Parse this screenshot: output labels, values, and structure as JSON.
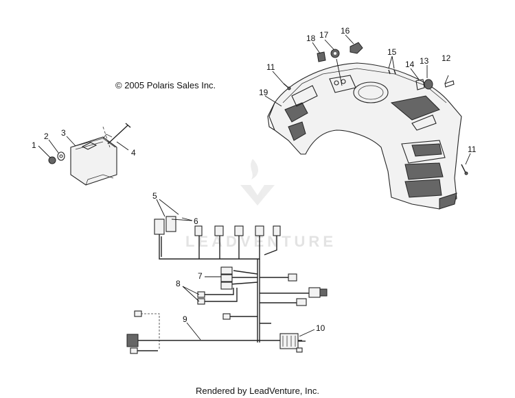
{
  "copyright": "© 2005 Polaris Sales Inc.",
  "footer": "Rendered by LeadVenture, Inc.",
  "watermark": "LEADVENTURE",
  "callouts": [
    {
      "id": "c1",
      "label": "1"
    },
    {
      "id": "c2",
      "label": "2"
    },
    {
      "id": "c3",
      "label": "3"
    },
    {
      "id": "c4",
      "label": "4"
    },
    {
      "id": "c5",
      "label": "5"
    },
    {
      "id": "c6",
      "label": "6"
    },
    {
      "id": "c7",
      "label": "7"
    },
    {
      "id": "c8",
      "label": "8"
    },
    {
      "id": "c9",
      "label": "9"
    },
    {
      "id": "c10",
      "label": "10"
    },
    {
      "id": "c11a",
      "label": "11"
    },
    {
      "id": "c11b",
      "label": "11"
    },
    {
      "id": "c12",
      "label": "12"
    },
    {
      "id": "c13",
      "label": "13"
    },
    {
      "id": "c14",
      "label": "14"
    },
    {
      "id": "c15",
      "label": "15"
    },
    {
      "id": "c16",
      "label": "16"
    },
    {
      "id": "c17",
      "label": "17"
    },
    {
      "id": "c18",
      "label": "18"
    },
    {
      "id": "c19",
      "label": "19"
    }
  ]
}
